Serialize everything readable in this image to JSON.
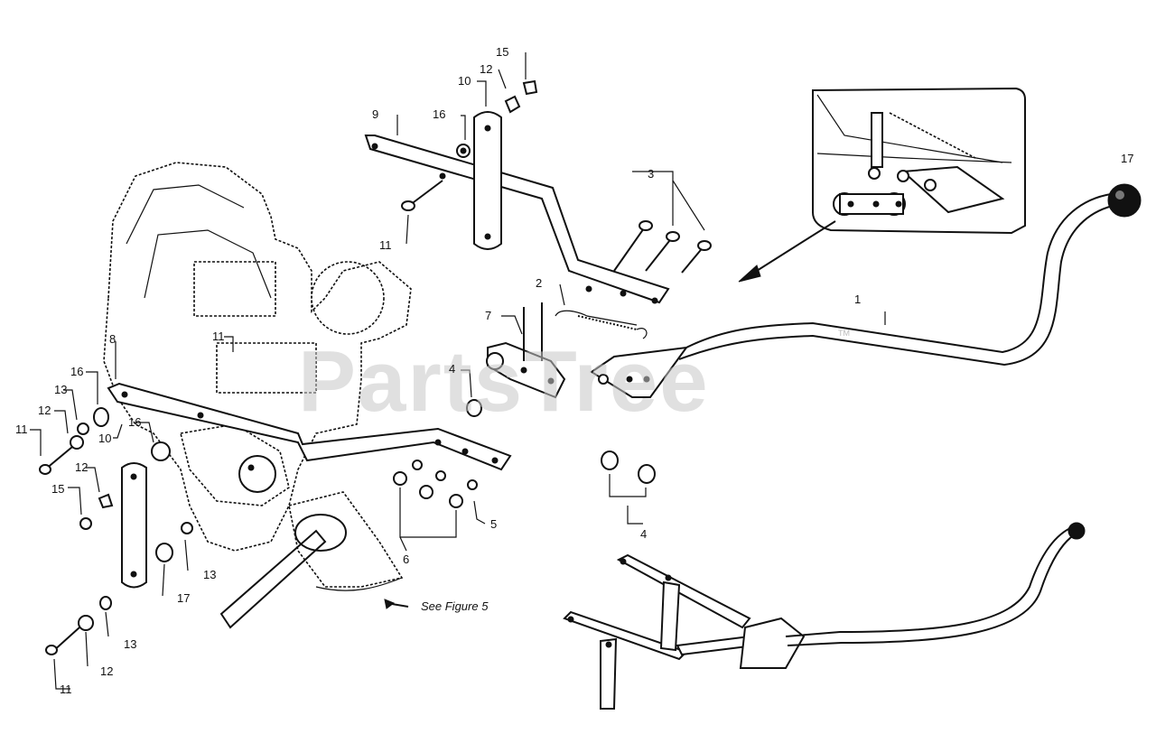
{
  "diagram": {
    "watermark": "PartsTree",
    "watermark_tm": "TM",
    "note": "See Figure 5",
    "callouts": [
      {
        "id": "c1",
        "text": "1"
      },
      {
        "id": "c2",
        "text": "2"
      },
      {
        "id": "c3",
        "text": "3"
      },
      {
        "id": "c4a",
        "text": "4"
      },
      {
        "id": "c4b",
        "text": "4"
      },
      {
        "id": "c5",
        "text": "5"
      },
      {
        "id": "c6",
        "text": "6"
      },
      {
        "id": "c7",
        "text": "7"
      },
      {
        "id": "c8",
        "text": "8"
      },
      {
        "id": "c9",
        "text": "9"
      },
      {
        "id": "c10a",
        "text": "10"
      },
      {
        "id": "c10b",
        "text": "10"
      },
      {
        "id": "c11a",
        "text": "11"
      },
      {
        "id": "c11b",
        "text": "11"
      },
      {
        "id": "c11c",
        "text": "11"
      },
      {
        "id": "c11d",
        "text": "11"
      },
      {
        "id": "c12a",
        "text": "12"
      },
      {
        "id": "c12b",
        "text": "12"
      },
      {
        "id": "c12c",
        "text": "12"
      },
      {
        "id": "c12d",
        "text": "12"
      },
      {
        "id": "c13a",
        "text": "13"
      },
      {
        "id": "c13b",
        "text": "13"
      },
      {
        "id": "c13c",
        "text": "13"
      },
      {
        "id": "c15a",
        "text": "15"
      },
      {
        "id": "c15b",
        "text": "15"
      },
      {
        "id": "c16a",
        "text": "16"
      },
      {
        "id": "c16b",
        "text": "16"
      },
      {
        "id": "c16c",
        "text": "16"
      },
      {
        "id": "c17",
        "text": "17"
      }
    ]
  }
}
